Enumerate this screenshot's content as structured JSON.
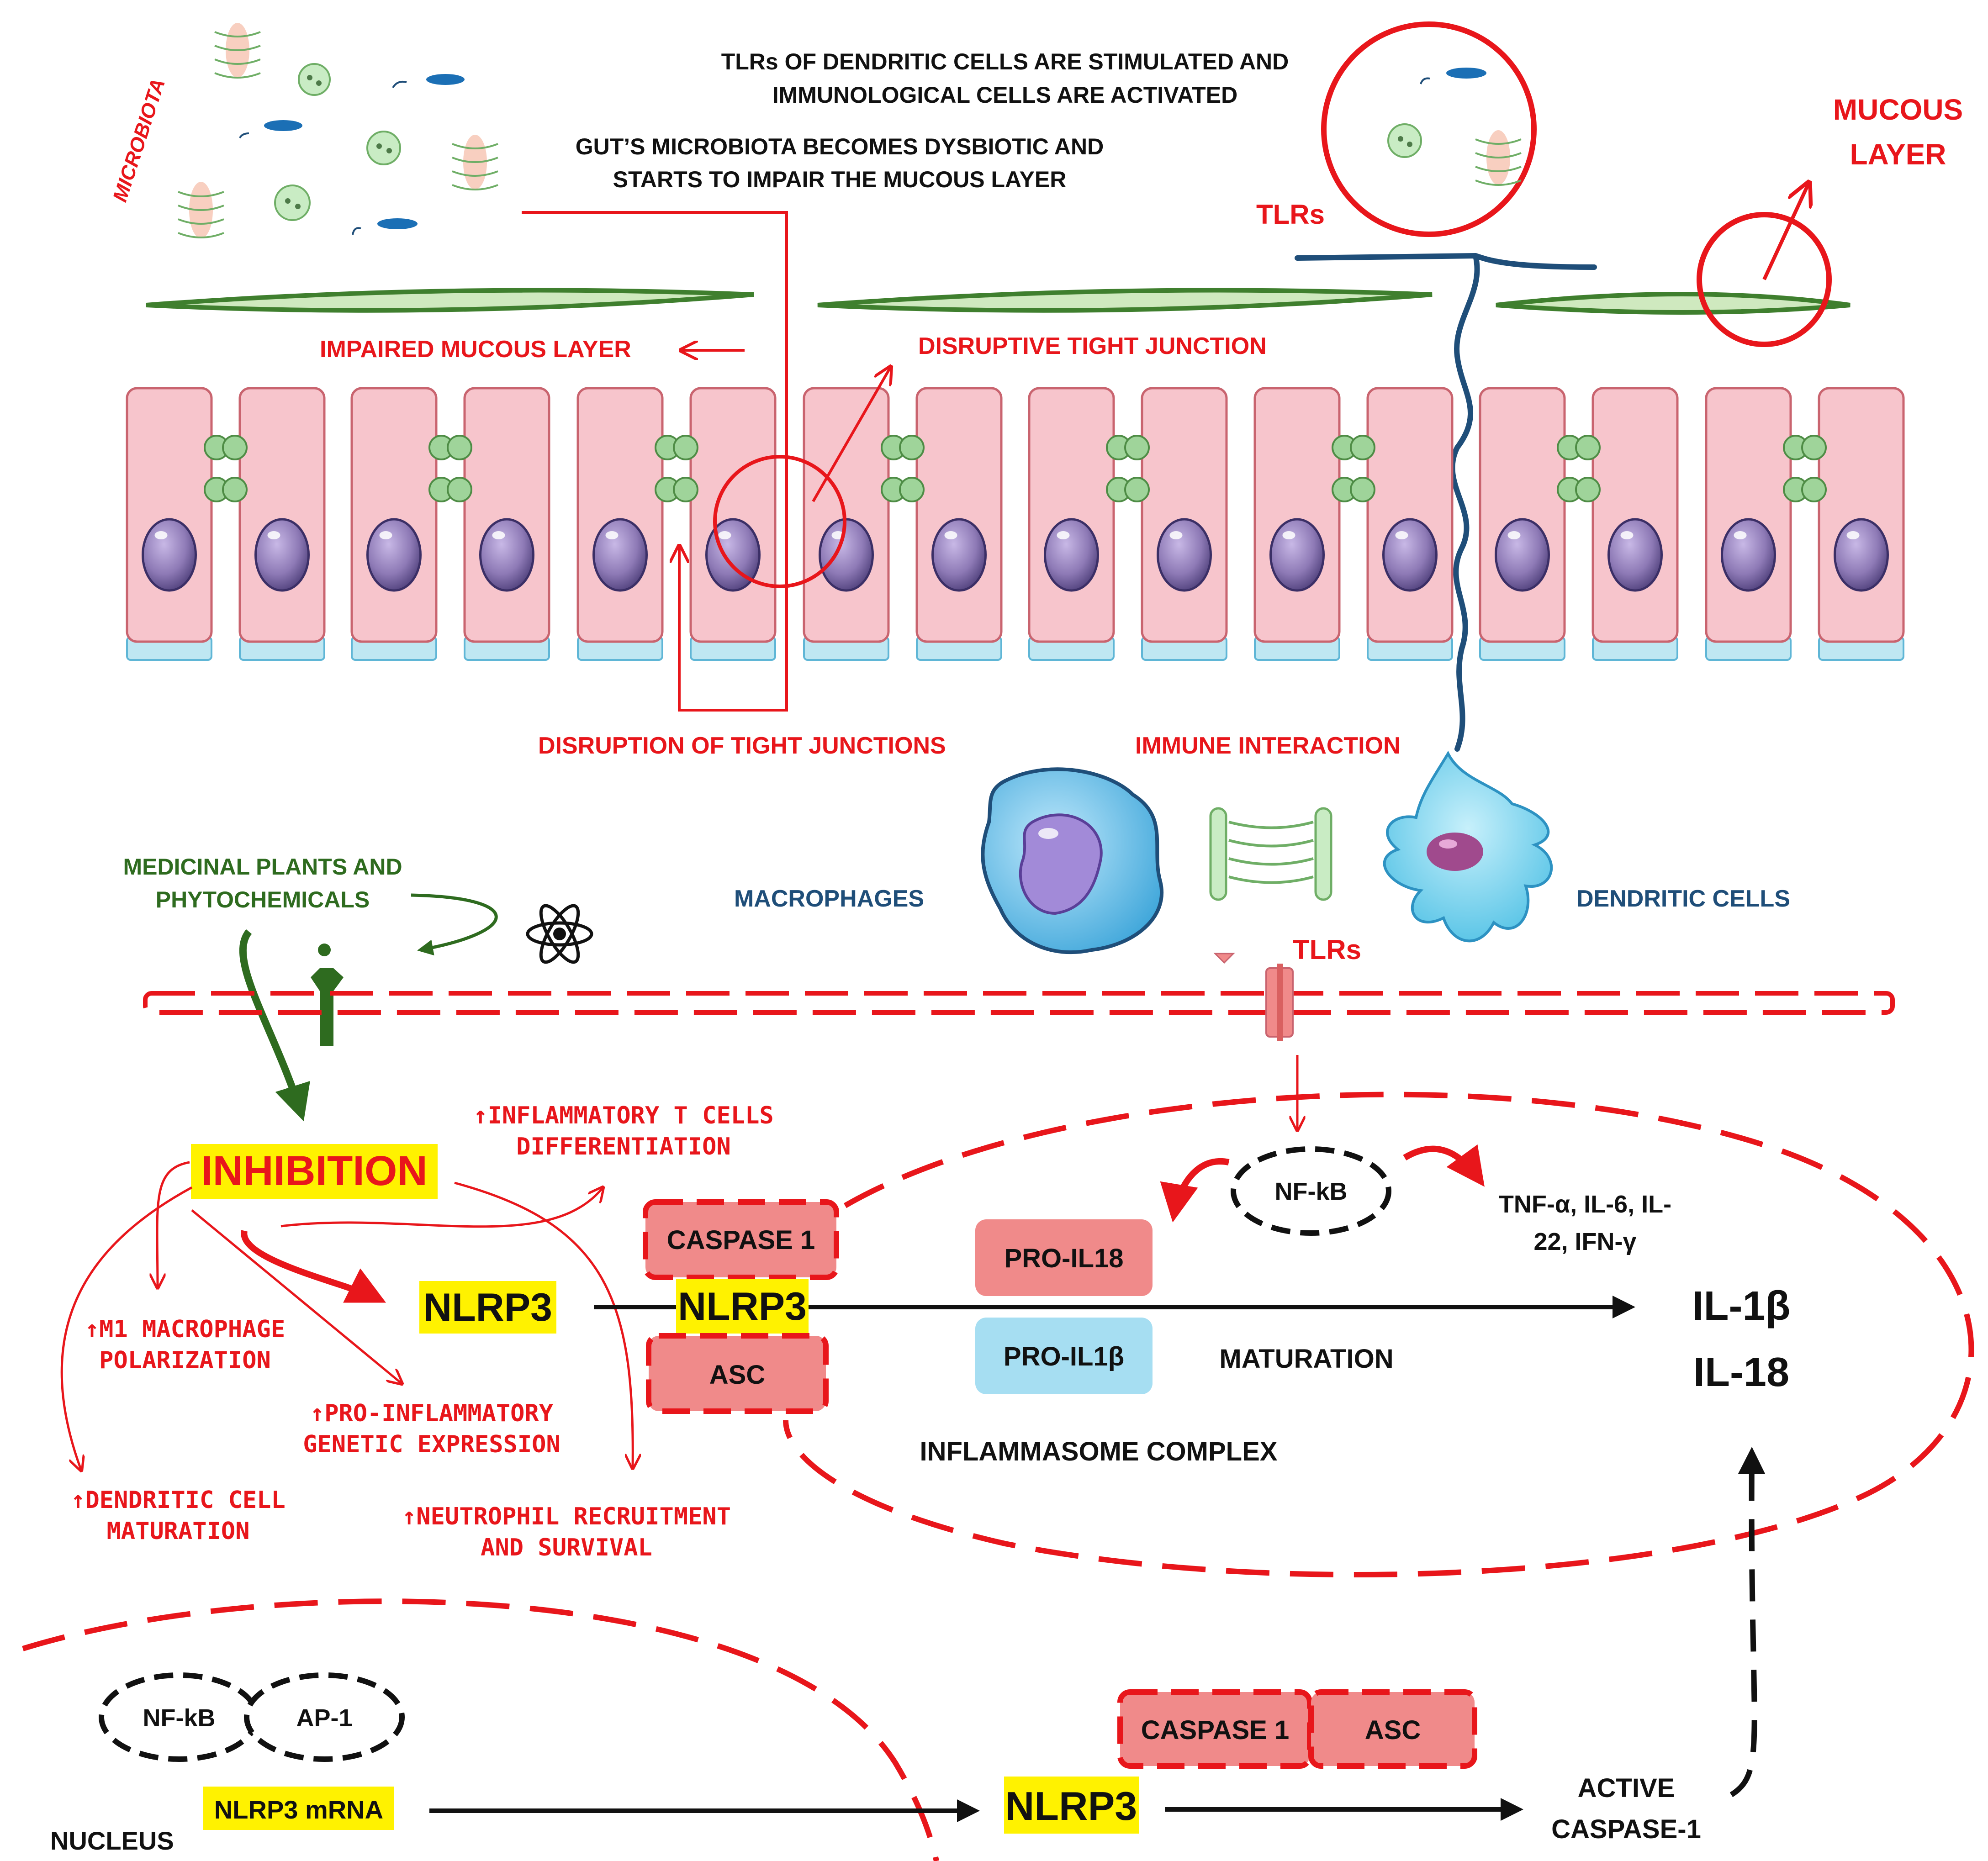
{
  "colors": {
    "red": "#e8161b",
    "dark_green": "#2e6b1f",
    "dark_blue": "#1f4e79",
    "black": "#111111",
    "cell_pink": "#f7c5cc",
    "cell_border": "#c9646f",
    "nucleus_purple": "#8e7ab6",
    "tight_junction_green": "#9fd49a",
    "basal_blue": "#bfe7f2",
    "mucus_green": "#4f8f3a",
    "box_red": "#f08a8a",
    "box_blue": "#a6def2",
    "highlight_yellow": "#fff200"
  },
  "labels": {
    "microbiota": "MICROBIOTA",
    "tlrs_stimulated_line1": "TLRs OF DENDRITIC CELLS ARE STIMULATED AND",
    "tlrs_stimulated_line2": "IMMUNOLOGICAL CELLS ARE ACTIVATED",
    "dysbiotic_line1": "GUT’S MICROBIOTA BECOMES DYSBIOTIC AND",
    "dysbiotic_line2": "STARTS TO IMPAIR THE MUCOUS LAYER",
    "tlrs_top": "TLRs",
    "mucous_layer_line1": "MUCOUS",
    "mucous_layer_line2": "LAYER",
    "impaired_mucous_layer": "IMPAIRED MUCOUS LAYER",
    "disruptive_tight_junction": "DISRUPTIVE TIGHT JUNCTION",
    "disruption_tight_junctions": "DISRUPTION OF TIGHT JUNCTIONS",
    "immune_interaction": "IMMUNE INTERACTION",
    "medicinal_line1": "MEDICINAL PLANTS AND",
    "medicinal_line2": "PHYTOCHEMICALS",
    "macrophages": "MACROPHAGES",
    "dendritic_cells": "DENDRITIC CELLS",
    "tlrs_membrane": "TLRs",
    "inhibition": "INHIBITION",
    "inflammatory_t_line1": "↑INFLAMMATORY T CELLS",
    "inflammatory_t_line2": "DIFFERENTIATION",
    "m1_line1": "↑M1 MACROPHAGE",
    "m1_line2": "POLARIZATION",
    "proinflammatory_line1": "↑PRO-INFLAMMATORY",
    "proinflammatory_line2": "GENETIC EXPRESSION",
    "dendritic_maturation_line1": "↑DENDRITIC CELL",
    "dendritic_maturation_line2": "MATURATION",
    "neutrophil_line1": "↑NEUTROPHIL RECRUITMENT",
    "neutrophil_line2": "AND SURVIVAL",
    "nlrp3_target": "NLRP3",
    "nlrp3_complex": "NLRP3",
    "caspase1_complex": "CASPASE 1",
    "asc_complex": "ASC",
    "nfkb_cytoplasm": "NF-kB",
    "pro_il18": "PRO-IL18",
    "pro_il1b": "PRO-IL1β",
    "cytokines_line1": "TNF-α, IL-6, IL-",
    "cytokines_line2": "22, IFN-γ",
    "maturation": "MATURATION",
    "inflammasome_complex": "INFLAMMASOME COMPLEX",
    "il1b": "IL-1β",
    "il18": "IL-18",
    "nfkb_nucleus": "NF-kB",
    "ap1": "AP-1",
    "nlrp3_mrna": "NLRP3 mRNA",
    "nucleus": "NUCLEUS",
    "nlrp3_bottom": "NLRP3",
    "caspase1_bottom": "CASPASE 1",
    "asc_bottom": "ASC",
    "active_line1": "ACTIVE",
    "active_line2": "CASPASE-1"
  }
}
